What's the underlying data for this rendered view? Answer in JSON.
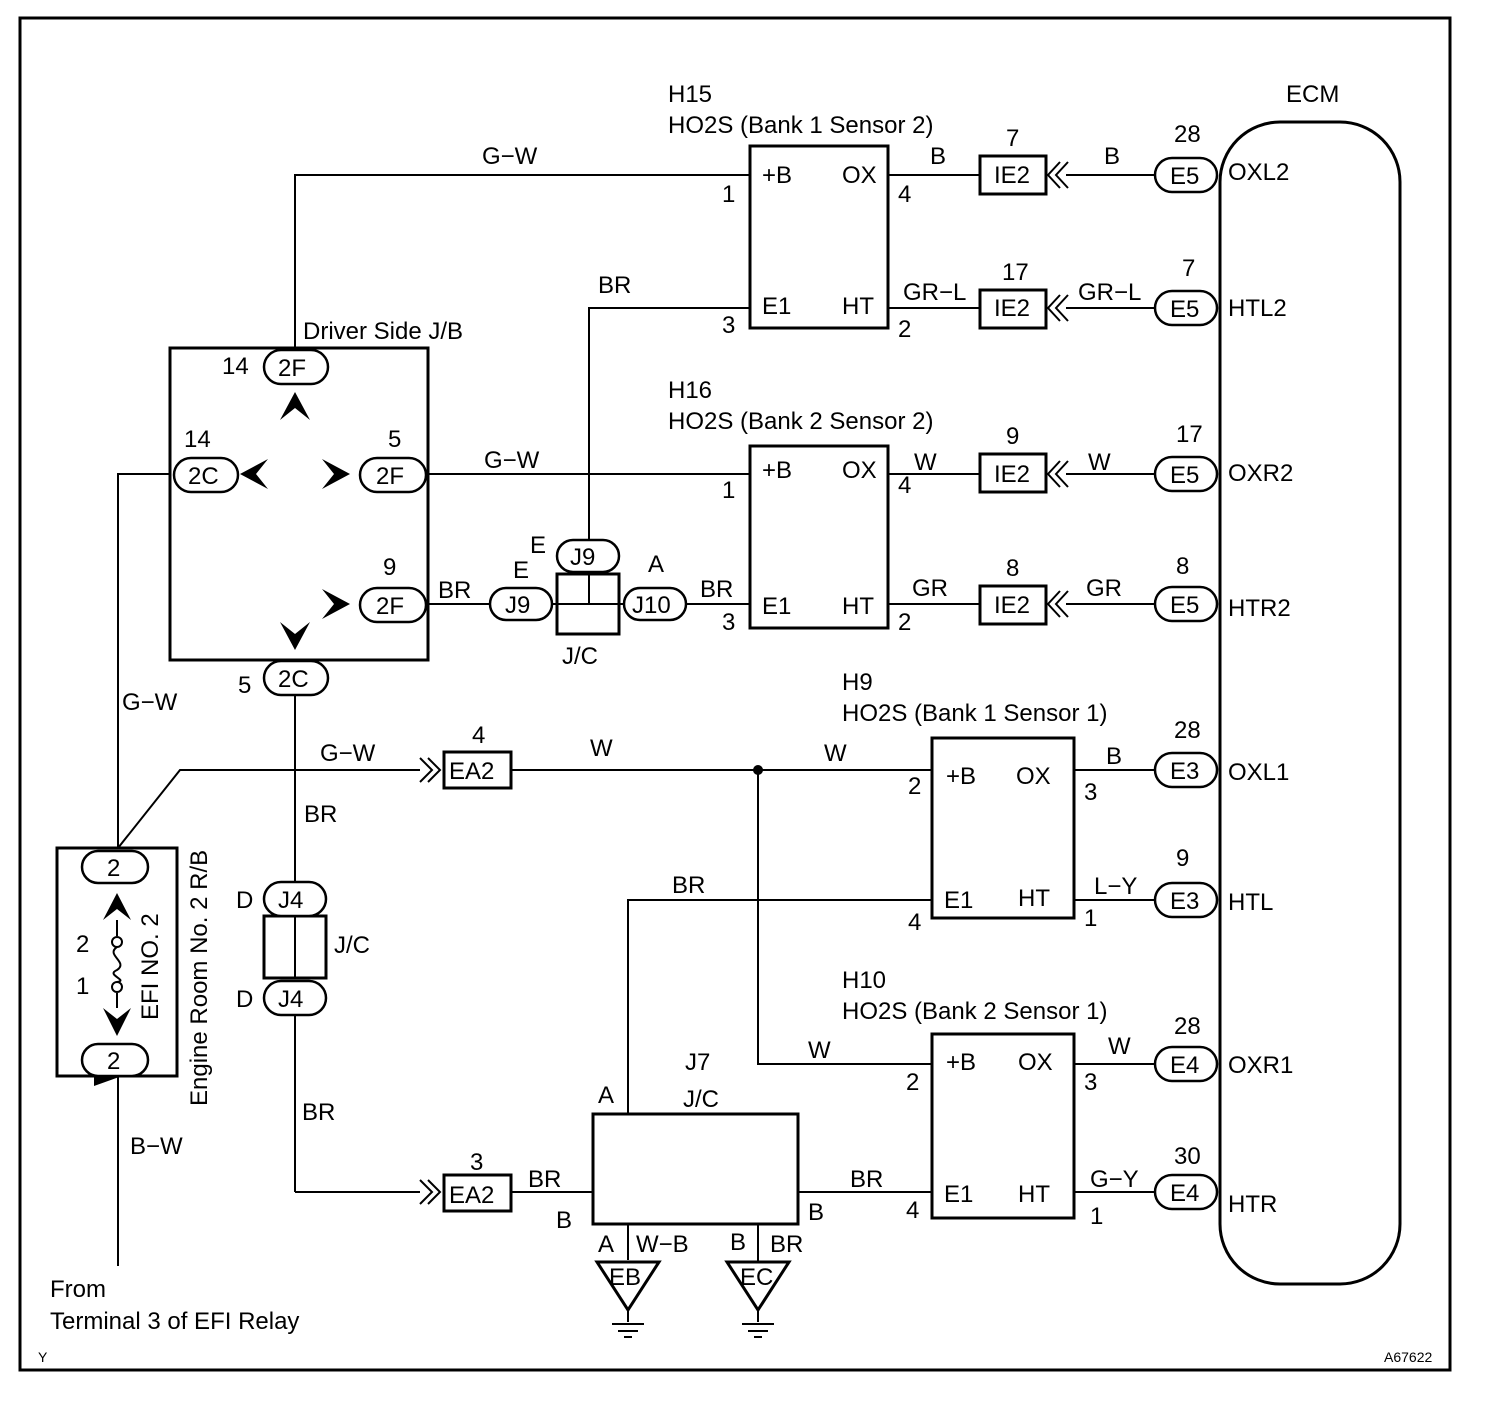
{
  "diagram_id": "A67622",
  "corner_mark": "Y",
  "ecm": {
    "label": "ECM"
  },
  "sensors": {
    "h15": {
      "code": "H15",
      "name": "HO2S (Bank 1 Sensor 2)"
    },
    "h16": {
      "code": "H16",
      "name": "HO2S (Bank 2 Sensor 2)"
    },
    "h9": {
      "code": "H9",
      "name": "HO2S (Bank 1 Sensor 1)"
    },
    "h10": {
      "code": "H10",
      "name": "HO2S (Bank 2 Sensor 1)"
    },
    "pins": {
      "b_plus": "+B",
      "ox": "OX",
      "e1": "E1",
      "ht": "HT"
    }
  },
  "ecm_terminals": {
    "oxl2": "OXL2",
    "htl2": "HTL2",
    "oxr2": "OXR2",
    "htr2": "HTR2",
    "oxl1": "OXL1",
    "htl": "HTL",
    "oxr1": "OXR1",
    "htr": "HTR"
  },
  "connectors": {
    "ie2": "IE2",
    "e5": "E5",
    "e3": "E3",
    "e4": "E4",
    "ea2": "EA2",
    "c2f": "2F",
    "c2c": "2C",
    "c2": "2",
    "j9": "J9",
    "j10": "J10",
    "j4": "J4",
    "j7": "J7",
    "jc": "J/C",
    "eb": "EB",
    "ec": "EC"
  },
  "junction_blocks": {
    "driver_jb": "Driver Side J/B",
    "engine_rb": "Engine Room No. 2 R/B",
    "fuse": "EFI NO. 2"
  },
  "wires": {
    "gw": "G−W",
    "b": "B",
    "br": "BR",
    "grl": "GR−L",
    "w": "W",
    "gr": "GR",
    "ly": "L−Y",
    "gy": "G−Y",
    "bw": "B−W",
    "wb": "W−B"
  },
  "source": {
    "line1": "From",
    "line2": "Terminal 3 of EFI Relay"
  },
  "nums": {
    "n1": "1",
    "n2": "2",
    "n3": "3",
    "n4": "4",
    "n5": "5",
    "n7": "7",
    "n8": "8",
    "n9": "9",
    "n14": "14",
    "n17": "17",
    "n28": "28",
    "n30": "30"
  },
  "letters": {
    "a": "A",
    "b": "B",
    "d": "D",
    "e": "E"
  }
}
